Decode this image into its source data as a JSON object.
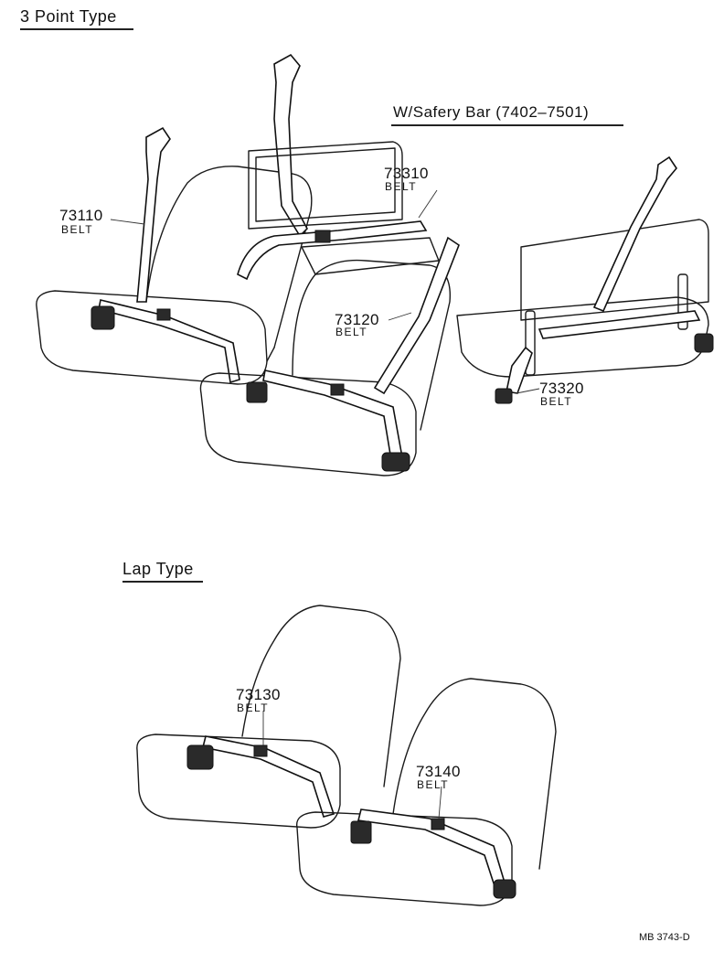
{
  "sections": {
    "three_point": "3 Point Type",
    "safety_bar": "W/Safery Bar  (7402–7501)",
    "lap": "Lap Type"
  },
  "callouts": [
    {
      "part": "73110",
      "name": "BELT"
    },
    {
      "part": "73310",
      "name": "BELT"
    },
    {
      "part": "73120",
      "name": "BELT"
    },
    {
      "part": "73320",
      "name": "BELT"
    },
    {
      "part": "73130",
      "name": "BELT"
    },
    {
      "part": "73140",
      "name": "BELT"
    }
  ],
  "doc_ref": "MB 3743-D"
}
